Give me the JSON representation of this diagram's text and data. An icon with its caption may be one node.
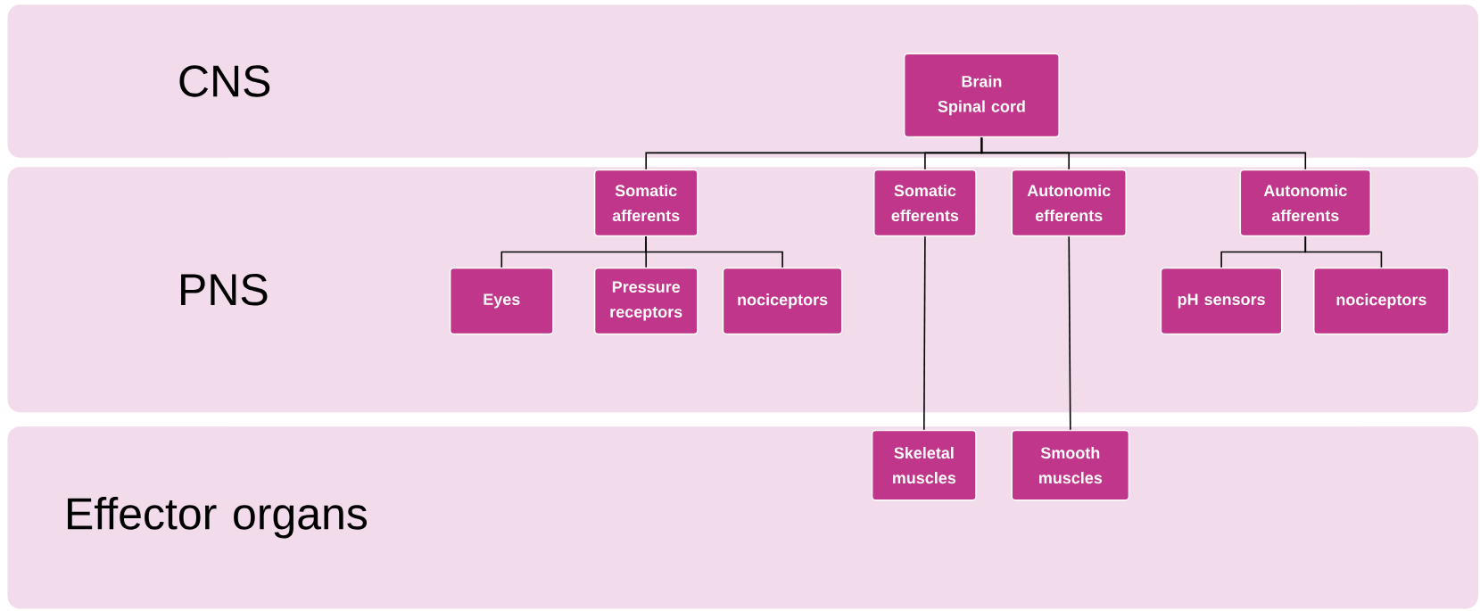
{
  "diagram": {
    "nodes": [
      {
        "text": [
          "CNS"
        ]
      },
      {
        "text": [
          "Brain Spinal cord"
        ],
        "in": 0
      },
      {
        "text": [
          "PNS"
        ]
      },
      {
        "text": [
          "Somatic afferents"
        ],
        "in": 2
      },
      {
        "text": [
          "Somatic efferents"
        ],
        "in": 2
      },
      {
        "text": [
          "Autonomic efferents"
        ],
        "in": 2
      },
      {
        "text": [
          "Autonomic afferents"
        ],
        "in": 2
      },
      {
        "text": [
          "Eyes"
        ],
        "in": 2
      },
      {
        "text": [
          "Pressure receptors"
        ],
        "in": 2
      },
      {
        "text": [
          "nociceptors"
        ],
        "in": 2
      },
      {
        "text": [
          "pH sensors"
        ],
        "in": 2
      },
      {
        "text": [
          "nociceptors"
        ],
        "in": 2
      },
      {
        "text": [
          "Effector organs"
        ]
      },
      {
        "text": [
          "Skeletal muscles"
        ],
        "in": 12
      },
      {
        "text": [
          "Smooth muscles"
        ],
        "in": 12
      }
    ],
    "edges": [
      {
        "from": 1,
        "to": 3,
        "arrow": "none"
      },
      {
        "from": 1,
        "to": 4,
        "arrow": "none"
      },
      {
        "from": 1,
        "to": 5,
        "arrow": "none"
      },
      {
        "from": 1,
        "to": 6,
        "arrow": "none"
      },
      {
        "from": 3,
        "to": 7,
        "arrow": "none"
      },
      {
        "from": 3,
        "to": 8,
        "arrow": "none"
      },
      {
        "from": 3,
        "to": 9,
        "arrow": "none"
      },
      {
        "from": 4,
        "to": 13,
        "arrow": "none"
      },
      {
        "from": 5,
        "to": 14,
        "arrow": "none"
      },
      {
        "from": 6,
        "to": 10,
        "arrow": "none"
      },
      {
        "from": 6,
        "to": 11,
        "arrow": "none"
      }
    ]
  }
}
